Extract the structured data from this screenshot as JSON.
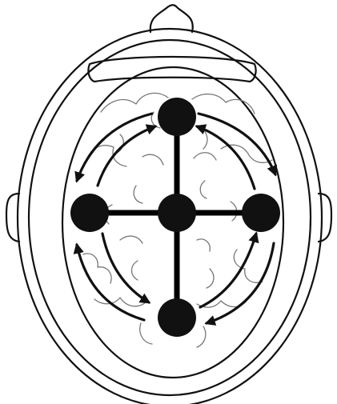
{
  "diagram": {
    "subject": "top-down-head-electrode-montage",
    "colors": {
      "outline": "#111111",
      "node": "#111111",
      "link": "#000000",
      "brain": "#777777",
      "background": "#ffffff"
    },
    "nodes": [
      {
        "id": "frontal"
      },
      {
        "id": "left"
      },
      {
        "id": "center"
      },
      {
        "id": "right"
      },
      {
        "id": "occipital"
      }
    ],
    "links": [
      {
        "from": "frontal",
        "to": "occipital"
      },
      {
        "from": "left",
        "to": "right"
      }
    ],
    "arrows": [
      {
        "from": "frontal",
        "to": "left"
      },
      {
        "from": "left",
        "to": "frontal"
      },
      {
        "from": "frontal",
        "to": "right"
      },
      {
        "from": "right",
        "to": "frontal"
      },
      {
        "from": "left",
        "to": "occipital"
      },
      {
        "from": "occipital",
        "to": "left"
      },
      {
        "from": "right",
        "to": "occipital"
      },
      {
        "from": "occipital",
        "to": "right"
      }
    ]
  }
}
